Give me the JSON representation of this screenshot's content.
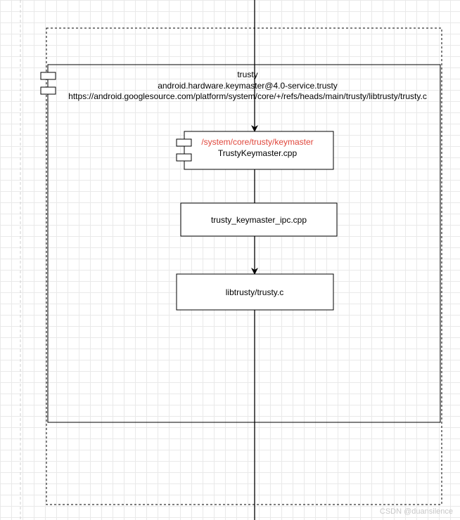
{
  "diagram": {
    "outer_component": {
      "name": "trusty",
      "service": "android.hardware.keymaster@4.0-service.trusty",
      "url": "https://android.googlesource.com/platform/system/core/+/refs/heads/main/trusty/libtrusty/trusty.c"
    },
    "keymaster_component": {
      "path": "/system/core/trusty/keymaster",
      "file": "TrustyKeymaster.cpp"
    },
    "ipc_box": {
      "label": "trusty_keymaster_ipc.cpp"
    },
    "libtrusty_box": {
      "label": "libtrusty/trusty.c"
    },
    "colors": {
      "path_text": "#e0463b",
      "stroke": "#000000",
      "grid": "#e9e9e9"
    }
  },
  "watermark": "CSDN @duansilence"
}
